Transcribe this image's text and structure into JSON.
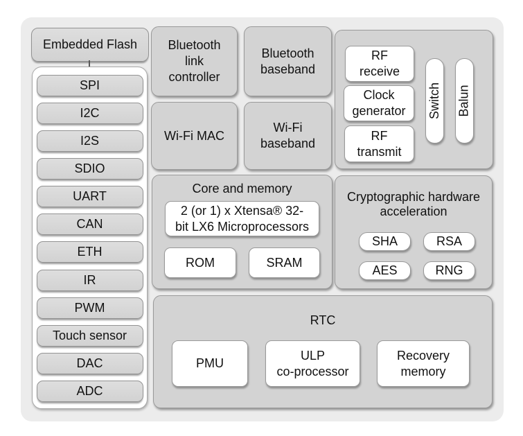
{
  "peripherals": {
    "flash": "Embedded Flash",
    "interfaces": [
      "SPI",
      "I2C",
      "I2S",
      "SDIO",
      "UART",
      "CAN",
      "ETH",
      "IR",
      "PWM",
      "Touch sensor",
      "DAC",
      "ADC"
    ]
  },
  "radio": {
    "bluetooth_link_controller": "Bluetooth\nlink\ncontroller",
    "bluetooth_baseband": "Bluetooth\nbaseband",
    "wifi_mac": "Wi-Fi MAC",
    "wifi_baseband": "Wi-Fi\nbaseband",
    "rf": {
      "receive": "RF\nreceive",
      "clock_generator": "Clock\ngenerator",
      "transmit": "RF\ntransmit",
      "switch": "Switch",
      "balun": "Balun"
    }
  },
  "core": {
    "title": "Core and memory",
    "cpu": "2 (or 1) x Xtensa® 32-\nbit LX6 Microprocessors",
    "rom": "ROM",
    "sram": "SRAM"
  },
  "crypto": {
    "title": "Cryptographic hardware\nacceleration",
    "blocks": [
      "SHA",
      "RSA",
      "AES",
      "RNG"
    ]
  },
  "rtc": {
    "title": "RTC",
    "pmu": "PMU",
    "ulp": "ULP\nco-processor",
    "recovery": "Recovery\nmemory"
  },
  "colors": {
    "board_background": "#ececec",
    "panel_fill": "#d3d3d3",
    "pill_fill": "#d8d8d8",
    "panel_border": "#9a9a9a",
    "white_block": "#ffffff",
    "text": "#111111"
  }
}
